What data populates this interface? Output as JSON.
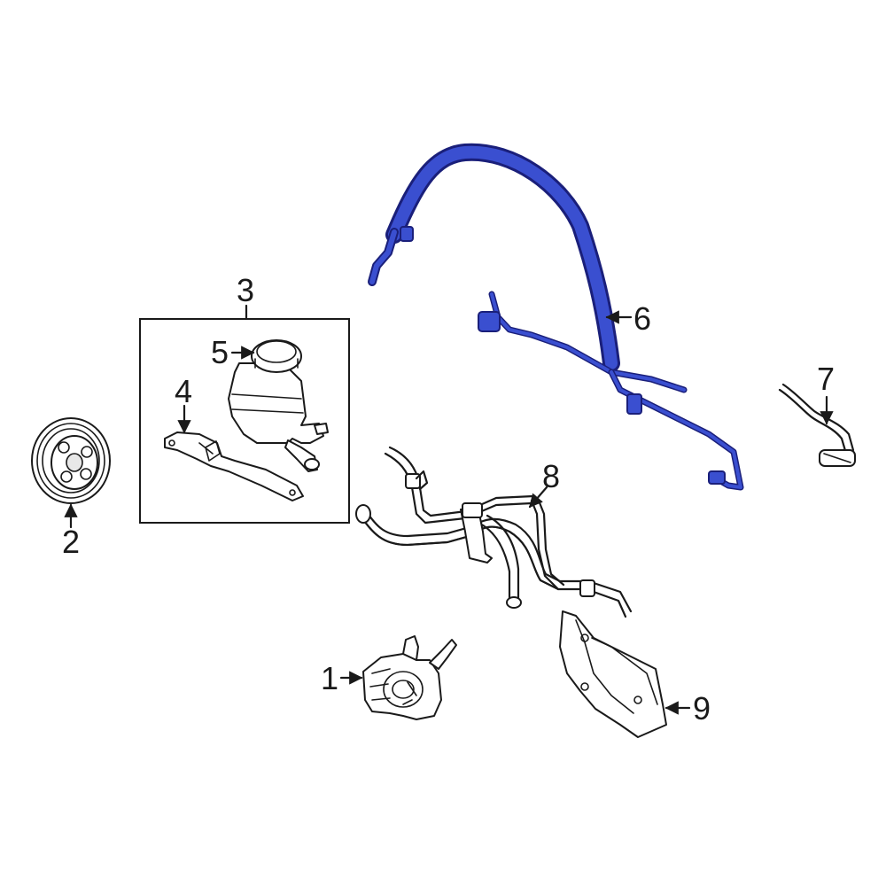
{
  "diagram": {
    "colors": {
      "highlight": "#3a4fd0",
      "highlight_dark": "#1a1f7a",
      "ink": "#1a1a1a",
      "background": "#ffffff"
    },
    "callouts": [
      {
        "id": "1",
        "label": "1"
      },
      {
        "id": "2",
        "label": "2"
      },
      {
        "id": "3",
        "label": "3"
      },
      {
        "id": "4",
        "label": "4"
      },
      {
        "id": "5",
        "label": "5"
      },
      {
        "id": "6",
        "label": "6"
      },
      {
        "id": "7",
        "label": "7"
      },
      {
        "id": "8",
        "label": "8"
      },
      {
        "id": "9",
        "label": "9"
      }
    ]
  }
}
